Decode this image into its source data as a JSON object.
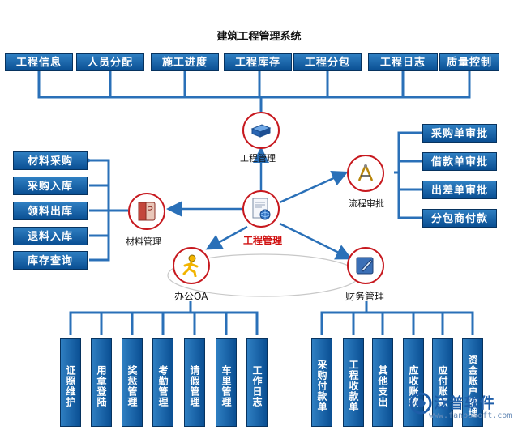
{
  "title": "建筑工程管理系统",
  "top_modules": [
    "工程信息",
    "人员分配",
    "施工进度",
    "工程库存",
    "工程分包",
    "工程日志",
    "质量控制"
  ],
  "left_modules": [
    "材料采购",
    "采购入库",
    "领料出库",
    "退料入库",
    "库存查询"
  ],
  "right_modules": [
    "采购单审批",
    "借款单审批",
    "出差单审批",
    "分包商付款"
  ],
  "bottom_left_modules": [
    "证照维护",
    "用章登陆",
    "奖惩管理",
    "考勤管理",
    "请假管理",
    "车里管理",
    "工作日志"
  ],
  "bottom_right_modules": [
    "采购付款单",
    "工程收款单",
    "其他支出",
    "应收账款",
    "应付账款",
    "资金账户管理"
  ],
  "nodes": {
    "center": "工程管理",
    "top": "工程管理",
    "left": "材料管理",
    "right": "流程审批",
    "office": "办公OA",
    "finance": "财务管理"
  },
  "watermark": {
    "brand": "泛普软件",
    "url": "www.fanpusoft.com"
  },
  "colors": {
    "box": "#0a4f93",
    "line": "#2a70b8",
    "node_ring": "#c7191f",
    "center_label": "#d01010"
  }
}
